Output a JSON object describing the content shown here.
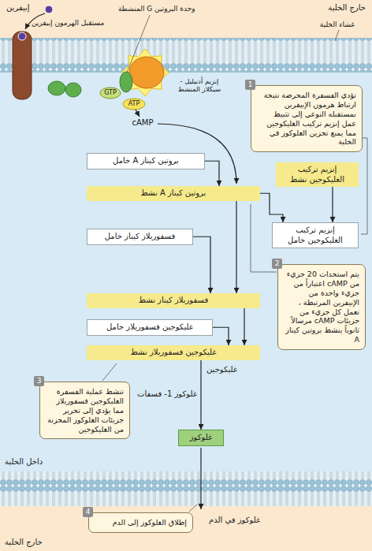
{
  "diagram": {
    "nodes": [
      {
        "text": [
          "تؤدي الفسفرة المحرضة نتيجة ارتباط هرمون الإبيفرين بمستقبله النوعي إلى تثبيط عمل إنزيم تركيب الغليكوجين مما يمنع تخزين الغلوكوز في الخلية"
        ]
      },
      {
        "text": [
          "بروتين كيناز A خامل"
        ]
      },
      {
        "text": [
          "إنزيم تركيب الغليكوجين نشط"
        ]
      },
      {
        "text": [
          "بروتين كيناز A نشط"
        ]
      },
      {
        "text": [
          "إنزيم تركيب الغليكوجين خامل"
        ]
      },
      {
        "text": [
          "فسفوريلاز كيناز خامل"
        ]
      },
      {
        "text": [
          "يتم استحداث 20 جزيء من cAMP اعتباراً من جزيء واحدة من الإبيفرين المرتبطة ، تعمل كل جزيء من جزيئات cAMP مرسالاً ثانوياً ينشط بروتين كيناز A"
        ]
      },
      {
        "text": [
          "فسفوريلاز كيناز نشط"
        ]
      },
      {
        "text": [
          "غليكوجين فسفوريلاز خامل"
        ]
      },
      {
        "text": [
          "غليكوجين فسفوريلاز نشط"
        ]
      },
      {
        "text": [
          "تنشط عملية الفسفرة الغليكوجين فسفوريلاز مما يؤدي إلى تحرير جزيئات الغلوكوز المخزنة من الغليكوجين"
        ]
      },
      {
        "text": [
          "غلوكوز"
        ]
      },
      {
        "text": [
          "إطلاق الغلوكوز إلى الدم"
        ]
      }
    ],
    "edges": [
      {
        "from": 1,
        "to": 3,
        "arrow": "to"
      },
      {
        "from": 3,
        "to": 4,
        "arrow": "to"
      },
      {
        "from": 2,
        "to": 4,
        "arrow": "to"
      },
      {
        "from": 3,
        "to": 7,
        "arrow": "to"
      },
      {
        "from": 5,
        "to": 7,
        "arrow": "to"
      },
      {
        "from": 7,
        "to": 9,
        "arrow": "to"
      },
      {
        "from": 8,
        "to": 9,
        "arrow": "to"
      },
      {
        "from": 9,
        "to": 11,
        "arrow": "to"
      }
    ],
    "labels": [
      "إبيفرين",
      "مستقبل الهرمون إبيفرين",
      "وحدة البروتين G المنشطة",
      "خارج الخلية",
      "غشاء الخلية",
      "GTP",
      "ATP",
      "إنزيم أدنيليل - سيكلاز المنشط",
      "cAMP",
      "1",
      "2",
      "3",
      "4",
      "غليكوجين",
      "غلوكوز 1- فسفات",
      "داخل الخلية",
      "غلوكوز في الدم",
      "خارج الخلية"
    ]
  }
}
